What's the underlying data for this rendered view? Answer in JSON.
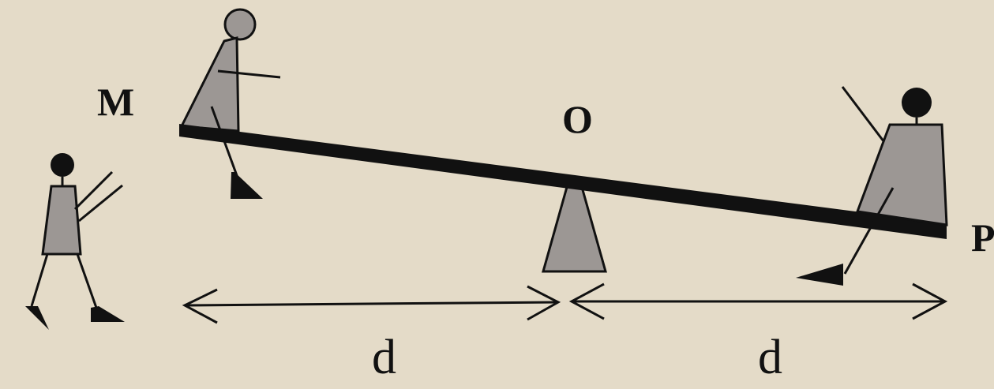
{
  "labels": {
    "M": "M",
    "O": "O",
    "P": "P",
    "d_left": "d",
    "d_right": "d"
  },
  "colors": {
    "background": "#e4dbc8",
    "figure_fill": "#9c9794",
    "ink": "#111111"
  }
}
